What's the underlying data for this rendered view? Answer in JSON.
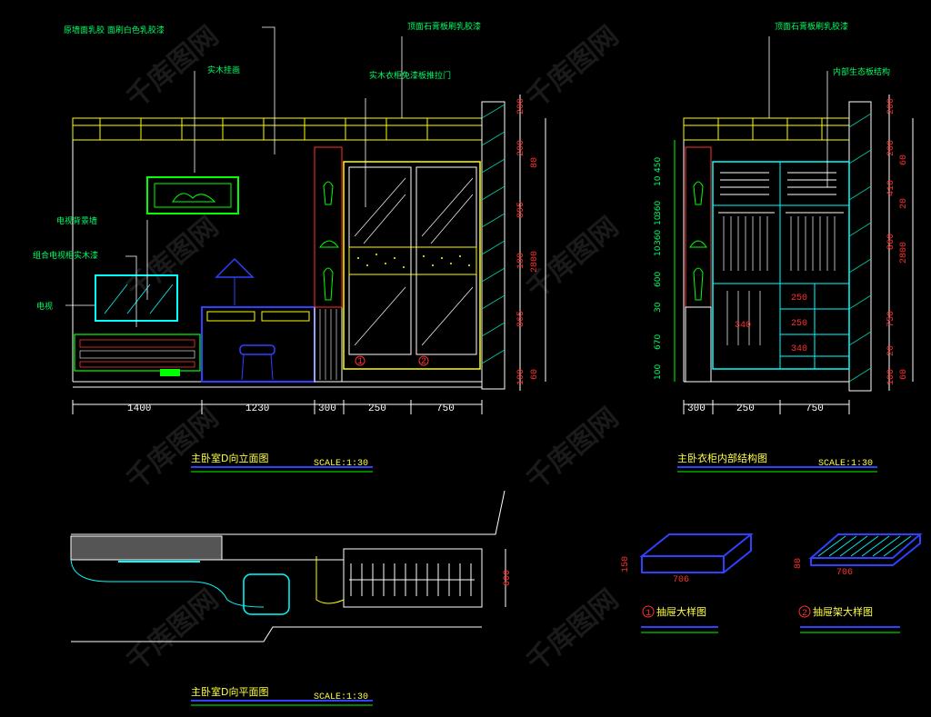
{
  "notes": {
    "top_left_note": "原墙面乳胶 面刷白色乳胶漆",
    "frame_note": "实木挂画",
    "tv_wall_note": "电视背景墙",
    "tv_cabinet_note": "组合电视柜实木漆",
    "tv_label": "电视",
    "ceiling_note_left": "顶面石膏板刷乳胶漆",
    "wardrobe_note": "实木衣柜免漆板推拉门",
    "ceiling_note_right": "顶面石膏板刷乳胶漆",
    "wardrobe_structure_note": "内部生态板结构"
  },
  "elevation_a": {
    "title": "主卧室D向立面图",
    "scale": "SCALE:1:30",
    "bottom_dims": [
      "1400",
      "1230",
      "300",
      "250",
      "750"
    ],
    "right_dims": [
      "200",
      "200",
      "80",
      "895",
      "2800",
      "180",
      "865",
      "100",
      "60"
    ],
    "door_markers": [
      "1",
      "2"
    ]
  },
  "elevation_b": {
    "title": "主卧衣柜内部结构图",
    "scale": "SCALE:1:30",
    "bottom_dims": [
      "300",
      "250",
      "750"
    ],
    "left_dims": [
      "450",
      "10",
      "360",
      "10",
      "360",
      "10",
      "600",
      "30",
      "670",
      "100"
    ],
    "right_dims": [
      "200",
      "200",
      "60",
      "410",
      "20",
      "860",
      "2800",
      "750",
      "20",
      "100",
      "60"
    ],
    "inner_dims": [
      "250",
      "250",
      "340",
      "340"
    ]
  },
  "plan": {
    "title": "主卧室D向平面图",
    "scale": "SCALE:1:30",
    "dim": "600"
  },
  "details": [
    {
      "number": "1",
      "title": "抽屉大样图",
      "width": "706",
      "height": "150"
    },
    {
      "number": "2",
      "title": "抽屉架大样图",
      "width": "706",
      "height": "80"
    }
  ],
  "colors": {
    "background": "#000000",
    "line_white": "#ffffff",
    "line_yellow": "#ffff00",
    "line_cyan": "#00ffff",
    "line_green": "#00ff00",
    "line_blue": "#3040ff",
    "line_red": "#ff2020",
    "line_magenta": "#ff00ff"
  },
  "watermark": "千库图网"
}
